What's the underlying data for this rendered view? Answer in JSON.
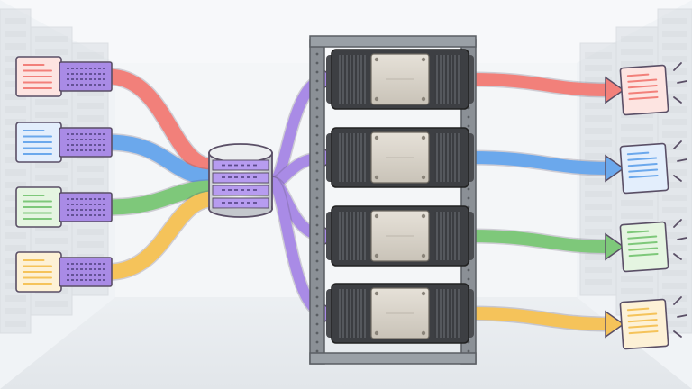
{
  "colors": {
    "background": "#e9edf1",
    "batch_purple": "#a98be6",
    "database_purple": "#b79cf0",
    "outline": "#5a4f66",
    "rack_metal": "#8b9096",
    "server_body": "#d9d4cc",
    "server_frame": "#4a4c50"
  },
  "inputs": [
    {
      "name": "red-document",
      "color": "#f2807a",
      "doc_fill": "#fde4e1"
    },
    {
      "name": "blue-document",
      "color": "#6ba8ec",
      "doc_fill": "#e3eefc"
    },
    {
      "name": "green-document",
      "color": "#7ec87a",
      "doc_fill": "#e5f5e1"
    },
    {
      "name": "yellow-document",
      "color": "#f5c35a",
      "doc_fill": "#fdf1d6"
    }
  ],
  "icons": {
    "document": "document-icon",
    "token_batch": "token-batch-icon",
    "database": "database-icon",
    "server": "server-icon",
    "rack": "server-rack-icon",
    "arrow": "arrow-icon",
    "spark": "spark-icon"
  }
}
